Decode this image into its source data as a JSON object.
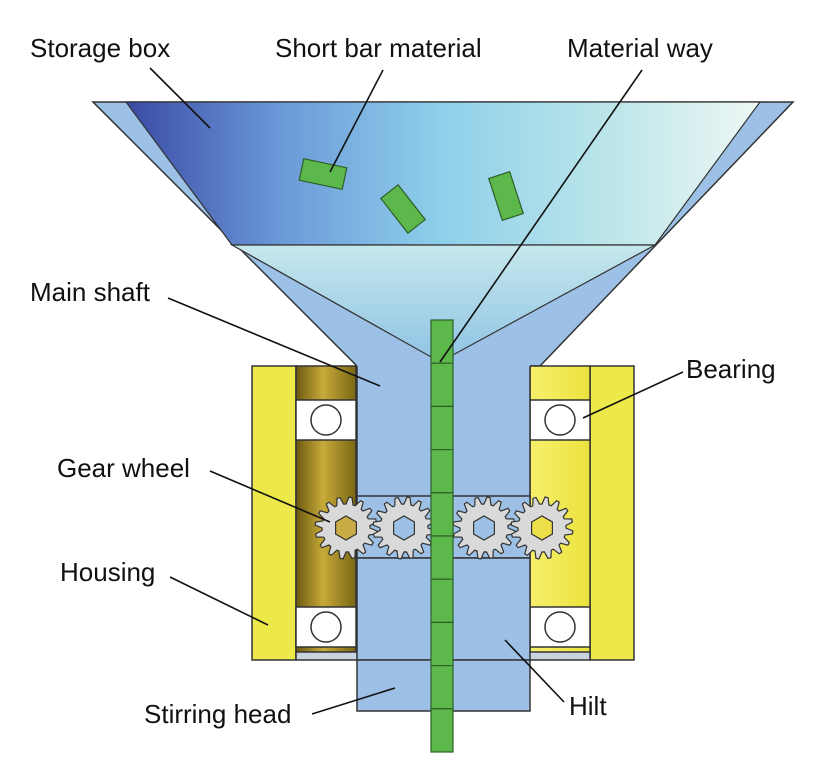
{
  "labels": {
    "storage_box": "Storage box",
    "short_bar_material": "Short bar material",
    "material_way": "Material way",
    "main_shaft": "Main shaft",
    "bearing": "Bearing",
    "gear_wheel": "Gear wheel",
    "housing": "Housing",
    "stirring_head": "Stirring head",
    "hilt": "Hilt"
  },
  "colors": {
    "shaft_blue": "#9dc1e6",
    "funnel_dark": "#3e4fa8",
    "funnel_light": "#e6f4f3",
    "material_green": "#5cb84a",
    "housing_yellow": "#f0ea4c",
    "bearing_gold": "#a58a1f",
    "gear_gray": "#d9d9d9",
    "ball_white": "#ffffff"
  },
  "material_segments": 10
}
